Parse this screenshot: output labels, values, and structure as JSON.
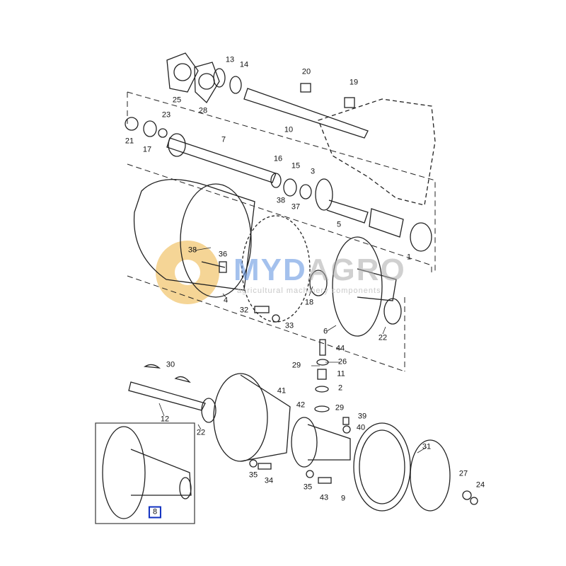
{
  "diagram": {
    "title": "",
    "watermark": {
      "brand_part1": "MYD",
      "brand_part2": "AGRO",
      "tagline": "agricultural machinery components"
    },
    "highlighted_part": "8",
    "colors": {
      "line": "#222222",
      "highlight_box": "#1030c0",
      "watermark_blue": "#5b8fe0",
      "watermark_gray": "#aaaaaa",
      "gear": "#f2c46a"
    },
    "callouts": [
      "13",
      "14",
      "20",
      "19",
      "25",
      "28",
      "10",
      "23",
      "21",
      "17",
      "7",
      "16",
      "15",
      "3",
      "38",
      "37",
      "5",
      "1",
      "38",
      "36",
      "18",
      "4",
      "32",
      "33",
      "6",
      "22",
      "44",
      "26",
      "29",
      "11",
      "30",
      "2",
      "41",
      "42",
      "29",
      "39",
      "40",
      "12",
      "22",
      "31",
      "35",
      "34",
      "35",
      "27",
      "24",
      "43",
      "9",
      "8"
    ]
  }
}
